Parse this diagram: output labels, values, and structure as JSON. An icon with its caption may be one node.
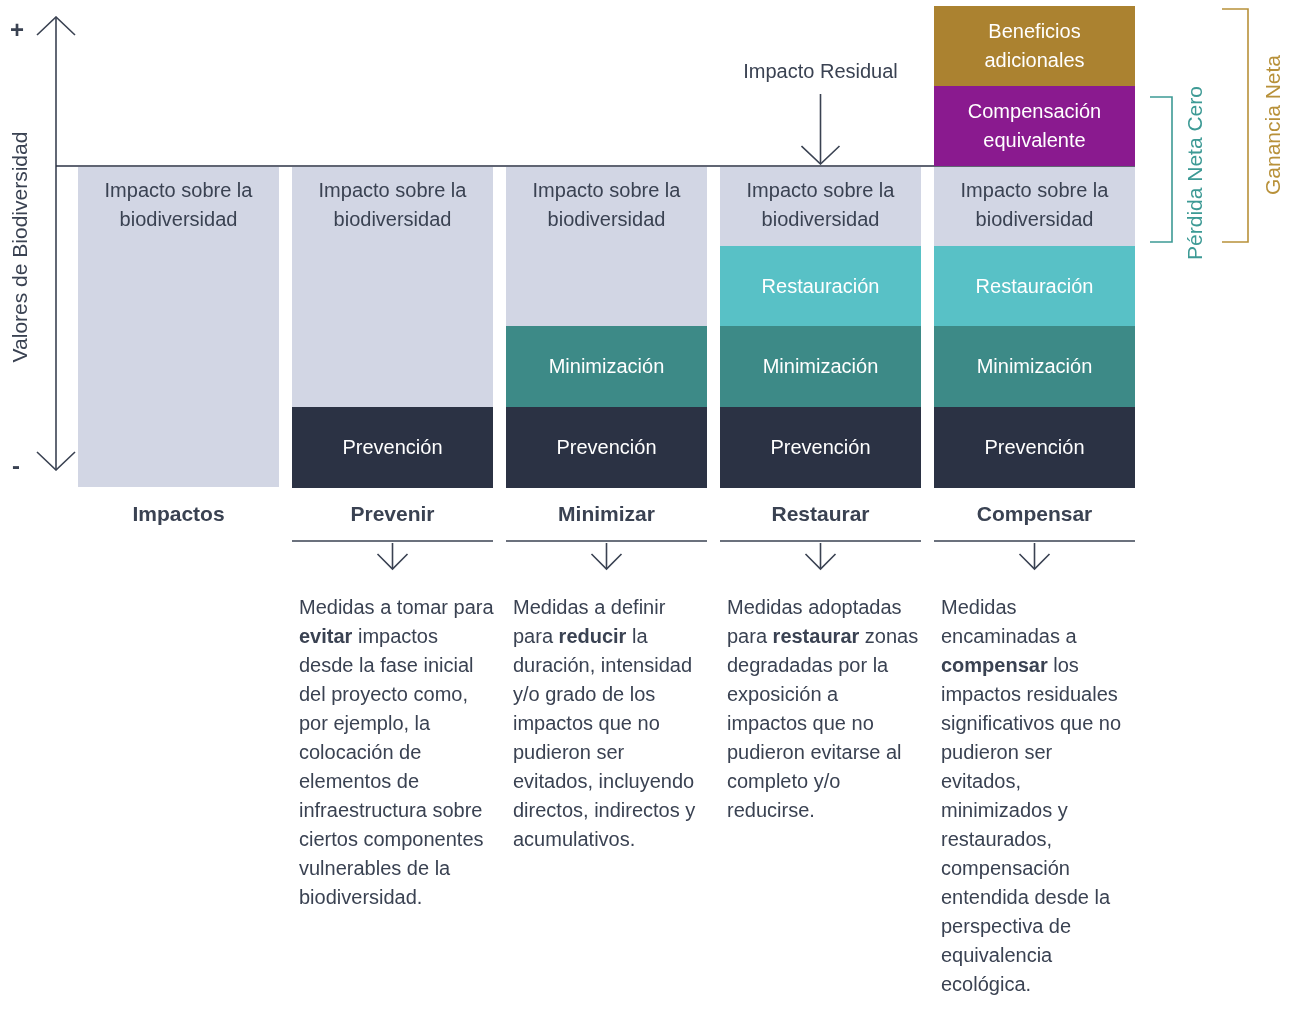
{
  "diagram": {
    "nodes": [
      {
        "text": [
          "Impacto sobre la biodiversidad"
        ]
      },
      {
        "text": [
          "Impacto sobre la biodiversidad"
        ]
      },
      {
        "text": [
          "Prevención"
        ]
      },
      {
        "text": [
          "Impacto sobre la biodiversidad"
        ]
      },
      {
        "text": [
          "Minimización"
        ]
      },
      {
        "text": [
          "Prevención"
        ]
      },
      {
        "text": [
          "Impacto sobre la biodiversidad"
        ]
      },
      {
        "text": [
          "Restauración"
        ]
      },
      {
        "text": [
          "Minimización"
        ]
      },
      {
        "text": [
          "Prevención"
        ]
      },
      {
        "text": [
          "Beneficios adicionales"
        ]
      },
      {
        "text": [
          "Compensación equivalente"
        ]
      },
      {
        "text": [
          "Impacto sobre la biodiversidad"
        ]
      },
      {
        "text": [
          "Restauración"
        ]
      },
      {
        "text": [
          "Minimización"
        ]
      },
      {
        "text": [
          "Prevención"
        ]
      },
      {
        "text": [
          "Impacto Residual"
        ]
      }
    ],
    "edges": [
      {
        "from": 16,
        "to": 6,
        "arrow": "to"
      }
    ],
    "labels": [
      "+",
      "Pérdida Neta Cero",
      "Ganancia Neta",
      "Valores de Biodiversidad",
      "-",
      "Impactos",
      "Prevenir",
      "Minimizar",
      "Restaurar",
      "Compensar",
      "Medidas a tomar para **evitar** impactos desde la fase inicial del proyecto como, por ejemplo, la colocación de elementos de infraestructura sobre ciertos componentes vulnerables de la biodiversidad.",
      "Medidas a definir para **reducir** la duración, intensidad y/o grado de los impactos que no pudieron ser evitados, incluyendo directos, indirectos y acumulativos.",
      "Medidas adoptadas para **restaurar** zonas degradadas por la exposición a impactos que no pudieron evitarse al completo y/o reducirse.",
      "Medidas encaminadas a **compensar** los impactos residuales significativos que no pudieron ser evitados, minimizados y restaurados, compensación entendida desde la perspectiva de equivalencia ecológica."
    ]
  }
}
